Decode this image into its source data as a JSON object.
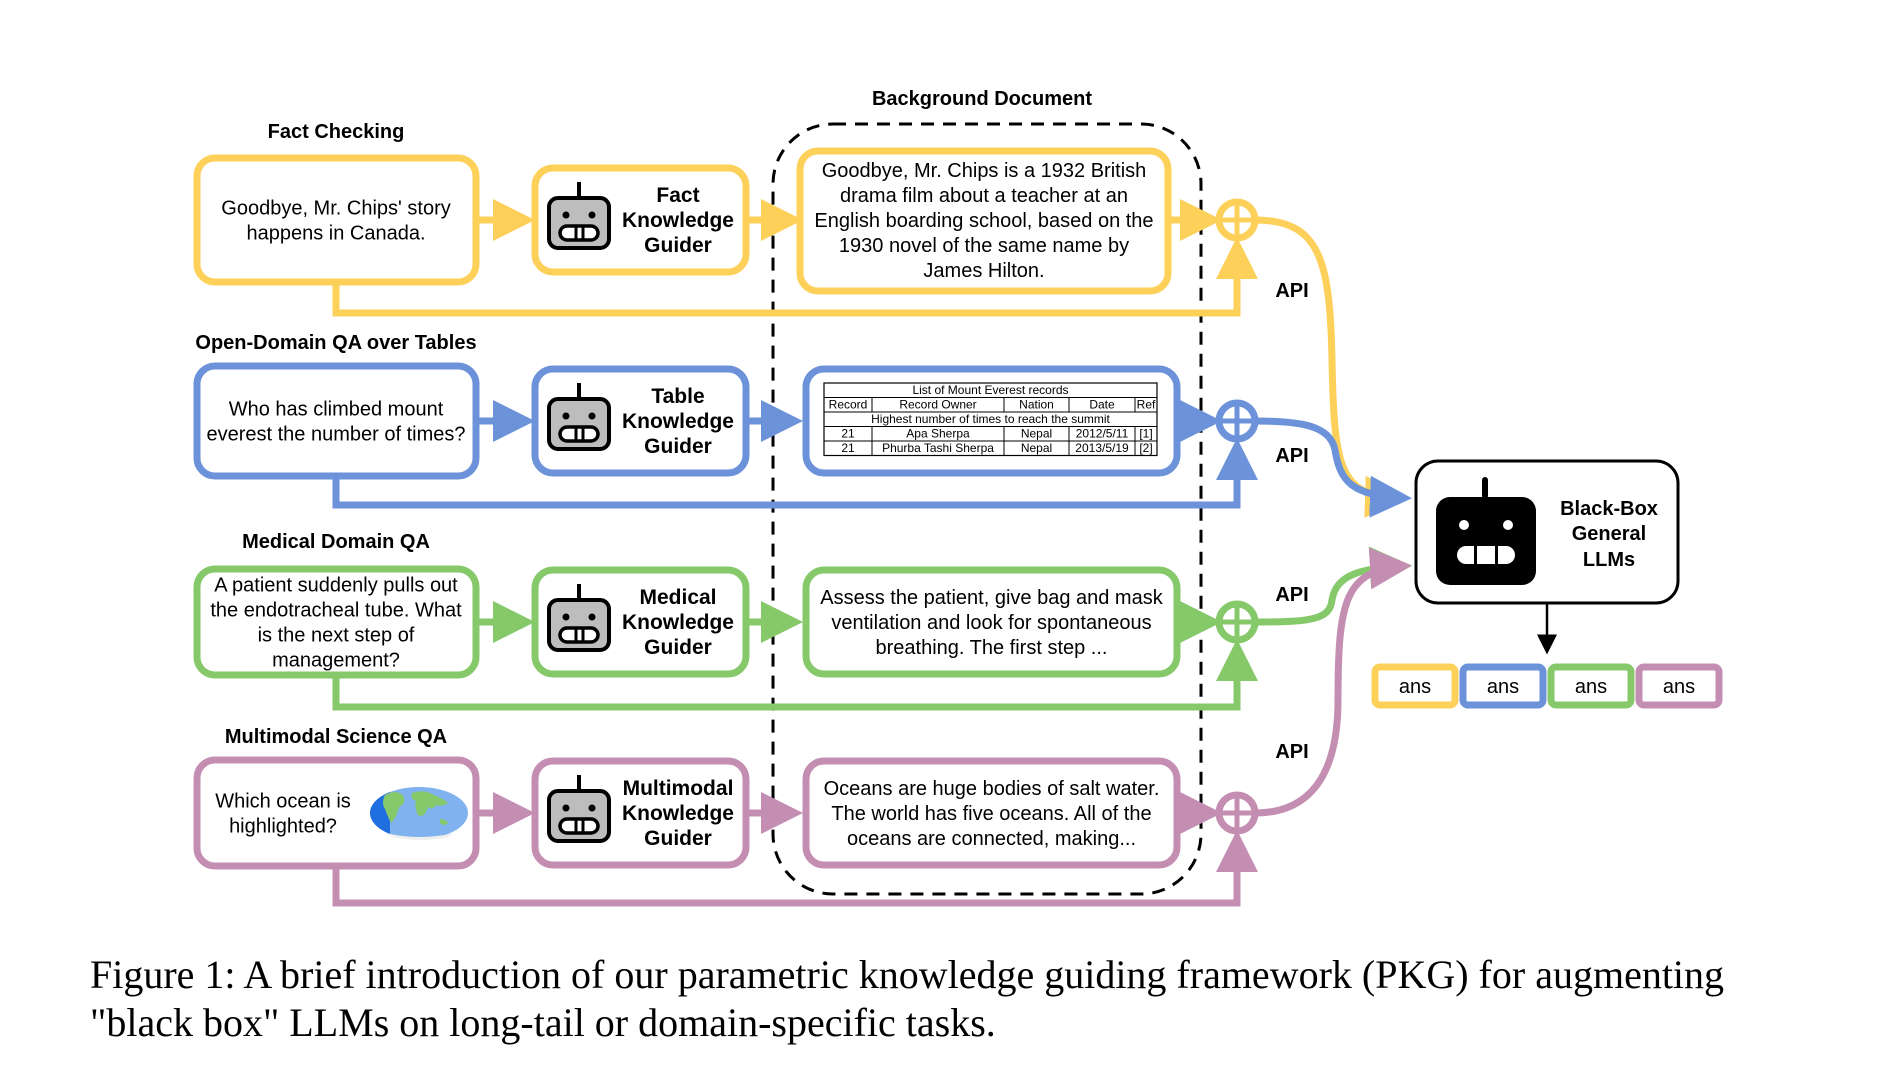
{
  "figure": {
    "background_document_label": "Background Document",
    "api_label": "API",
    "colors": {
      "yellow": "#FDD05A",
      "blue": "#6C93D9",
      "green": "#86C96A",
      "purple": "#C48EB3",
      "black": "#000000"
    },
    "rows": [
      {
        "key": "fact",
        "color": "#FDD05A",
        "task_title": "Fact Checking",
        "input_lines": [
          "Goodbye, Mr. Chips' story",
          "happens in Canada."
        ],
        "guider_lines": [
          "Fact",
          "Knowledge",
          "Guider"
        ],
        "doc_lines": [
          "Goodbye, Mr. Chips is a 1932 British",
          "drama film about a teacher at an",
          "English boarding school, based on the",
          "1930 novel of the same name by",
          "James Hilton."
        ]
      },
      {
        "key": "table",
        "color": "#6C93D9",
        "task_title": "Open-Domain QA over Tables",
        "input_lines": [
          "Who has climbed mount",
          "everest the number of times?"
        ],
        "guider_lines": [
          "Table",
          "Knowledge",
          "Guider"
        ],
        "doc_table": {
          "title": "List of Mount Everest records",
          "headers": [
            "Record",
            "Record  Owner",
            "Nation",
            "Date",
            "Ref"
          ],
          "section": "Highest number of times to reach the summit",
          "rows": [
            [
              "21",
              "Apa Sherpa",
              "Nepal",
              "2012/5/11",
              "[1]"
            ],
            [
              "21",
              "Phurba Tashi Sherpa",
              "Nepal",
              "2013/5/19",
              "[2]"
            ]
          ]
        }
      },
      {
        "key": "medical",
        "color": "#86C96A",
        "task_title": "Medical Domain QA",
        "input_lines": [
          "A patient suddenly pulls out",
          "the endotracheal tube. What",
          "is the next step of",
          "management?"
        ],
        "guider_lines": [
          "Medical",
          "Knowledge",
          "Guider"
        ],
        "doc_lines": [
          "Assess the patient, give bag and mask",
          "ventilation and look for spontaneous",
          "breathing. The first step ..."
        ]
      },
      {
        "key": "multimodal",
        "color": "#C48EB3",
        "task_title": "Multimodal Science QA",
        "input_lines": [
          "Which ocean is",
          "highlighted?"
        ],
        "input_image": "world-map-icon",
        "guider_lines": [
          "Multimodal",
          "Knowledge",
          "Guider"
        ],
        "doc_lines": [
          "Oceans are huge bodies of salt water.",
          "The world has five oceans. All of the",
          "oceans are connected, making..."
        ]
      }
    ],
    "llm": {
      "lines": [
        "Black-Box",
        "General",
        "LLMs"
      ],
      "icon": "robot-icon"
    },
    "answers": [
      {
        "label": "ans",
        "color": "#FDD05A"
      },
      {
        "label": "ans",
        "color": "#6C93D9"
      },
      {
        "label": "ans",
        "color": "#86C96A"
      },
      {
        "label": "ans",
        "color": "#C48EB3"
      }
    ]
  },
  "caption": {
    "lines": [
      "Figure 1: A brief introduction of our parametric knowledge guiding framework (PKG) for augmenting",
      "\"black box\" LLMs on long-tail or domain-specific tasks."
    ]
  }
}
